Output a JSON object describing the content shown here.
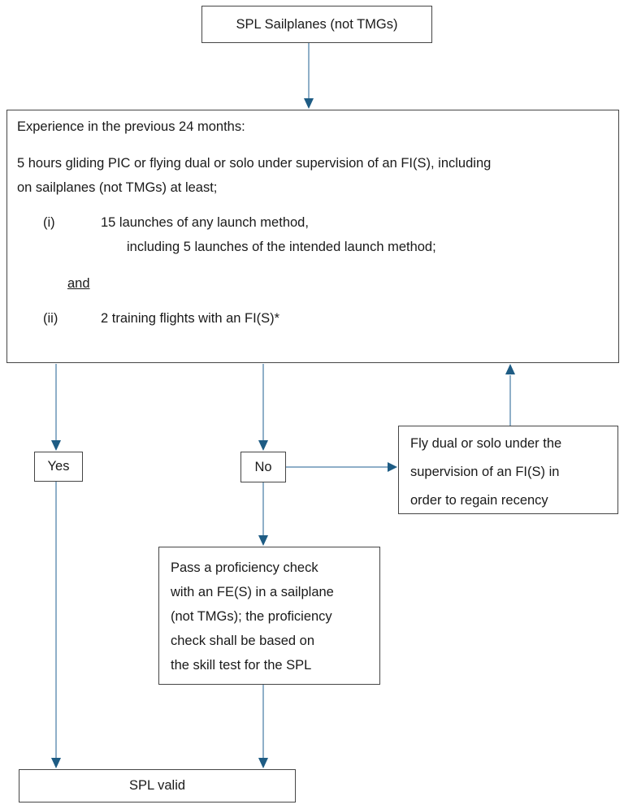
{
  "nodes": {
    "start": {
      "label": "SPL Sailplanes (not TMGs)"
    },
    "experience": {
      "heading": "Experience in the previous 24 months:",
      "body_line1": "5 hours gliding PIC or flying dual or solo under supervision of an FI(S), including",
      "body_line2": "on sailplanes (not TMGs) at least;",
      "item_i": {
        "marker": "(i)",
        "text": "15 launches of any launch method,",
        "text2": "including 5 launches of the intended launch method;"
      },
      "connector": "and",
      "item_ii": {
        "marker": "(ii)",
        "text": "2 training flights with an FI(S)*"
      }
    },
    "yes": {
      "label": "Yes"
    },
    "no": {
      "label": "No"
    },
    "regain": {
      "lines": [
        "Fly dual or solo under the",
        "supervision of an FI(S) in",
        "order to regain recency"
      ]
    },
    "proficiency": {
      "lines": [
        "Pass a proficiency check",
        "with an FE(S) in a sailplane",
        "(not TMGs); the proficiency",
        "check shall be based on",
        "the skill test for the SPL"
      ]
    },
    "valid": {
      "label": "SPL valid"
    }
  },
  "edges": [
    {
      "from": "start",
      "to": "experience"
    },
    {
      "from": "experience",
      "to": "yes"
    },
    {
      "from": "experience",
      "to": "no"
    },
    {
      "from": "no",
      "to": "regain"
    },
    {
      "from": "regain",
      "to": "experience"
    },
    {
      "from": "no",
      "to": "proficiency"
    },
    {
      "from": "yes",
      "to": "valid"
    },
    {
      "from": "proficiency",
      "to": "valid"
    }
  ],
  "colors": {
    "arrow_line": "#8fafc8",
    "arrow_head": "#1e5c84",
    "box_border": "#454545",
    "text": "#1a1a1a",
    "background": "#ffffff"
  }
}
